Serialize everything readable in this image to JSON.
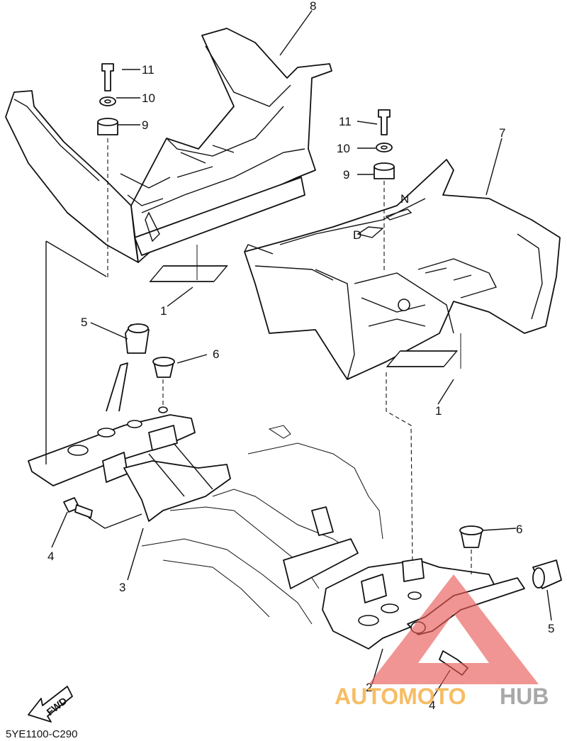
{
  "diagram": {
    "part_callouts": [
      {
        "id": "c8",
        "label": "8"
      },
      {
        "id": "c11a",
        "label": "11"
      },
      {
        "id": "c10a",
        "label": "10"
      },
      {
        "id": "c9a",
        "label": "9"
      },
      {
        "id": "c7",
        "label": "7"
      },
      {
        "id": "c11b",
        "label": "11"
      },
      {
        "id": "c10b",
        "label": "10"
      },
      {
        "id": "c9b",
        "label": "9"
      },
      {
        "id": "c1a",
        "label": "1"
      },
      {
        "id": "c1b",
        "label": "1"
      },
      {
        "id": "c5a",
        "label": "5"
      },
      {
        "id": "c6a",
        "label": "6"
      },
      {
        "id": "c4a",
        "label": "4"
      },
      {
        "id": "c3",
        "label": "3"
      },
      {
        "id": "c6b",
        "label": "6"
      },
      {
        "id": "c5b",
        "label": "5"
      },
      {
        "id": "c2",
        "label": "2"
      },
      {
        "id": "c4b",
        "label": "4"
      }
    ],
    "footrest_markings": {
      "d_label": "D",
      "n_label": "N"
    },
    "fwd_label": "FWD",
    "drawing_code": "5YE1100-C290"
  },
  "watermark": {
    "brand_part1": "AUTOMOTO",
    "brand_part2": "HUB",
    "accent_color": "#e85a55",
    "brand_part1_color": "#f5b24a",
    "brand_part2_color": "#9a9a9a"
  }
}
